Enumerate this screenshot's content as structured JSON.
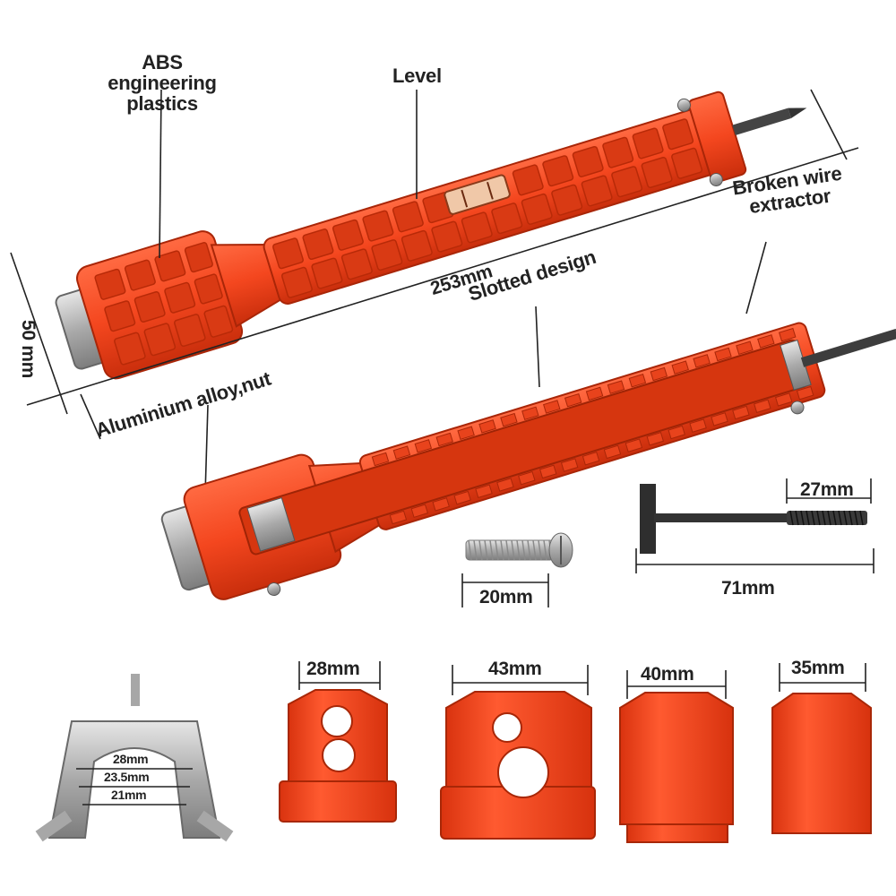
{
  "labels": {
    "material": "ABS engineering\nplastics",
    "level": "Level",
    "broken_wire": "Broken wire\nextractor",
    "slotted": "Slotted design",
    "length": "253mm",
    "width": "50 mm",
    "aluminium": "Aluminium alloy,nut"
  },
  "parts": {
    "screw_length": "20mm",
    "extractor_tip": "27mm",
    "extractor_length": "71mm"
  },
  "adapters": {
    "a1": "28mm",
    "a2": "43mm",
    "a3": "40mm",
    "a4": "35mm"
  },
  "nut_sizes": [
    "28mm",
    "23.5mm",
    "21mm"
  ],
  "colors": {
    "tool": "#f4471f",
    "tool_dark": "#d3330f",
    "tool_light": "#ff6a42",
    "metal": "#b9b9b9",
    "ink": "#222222"
  }
}
